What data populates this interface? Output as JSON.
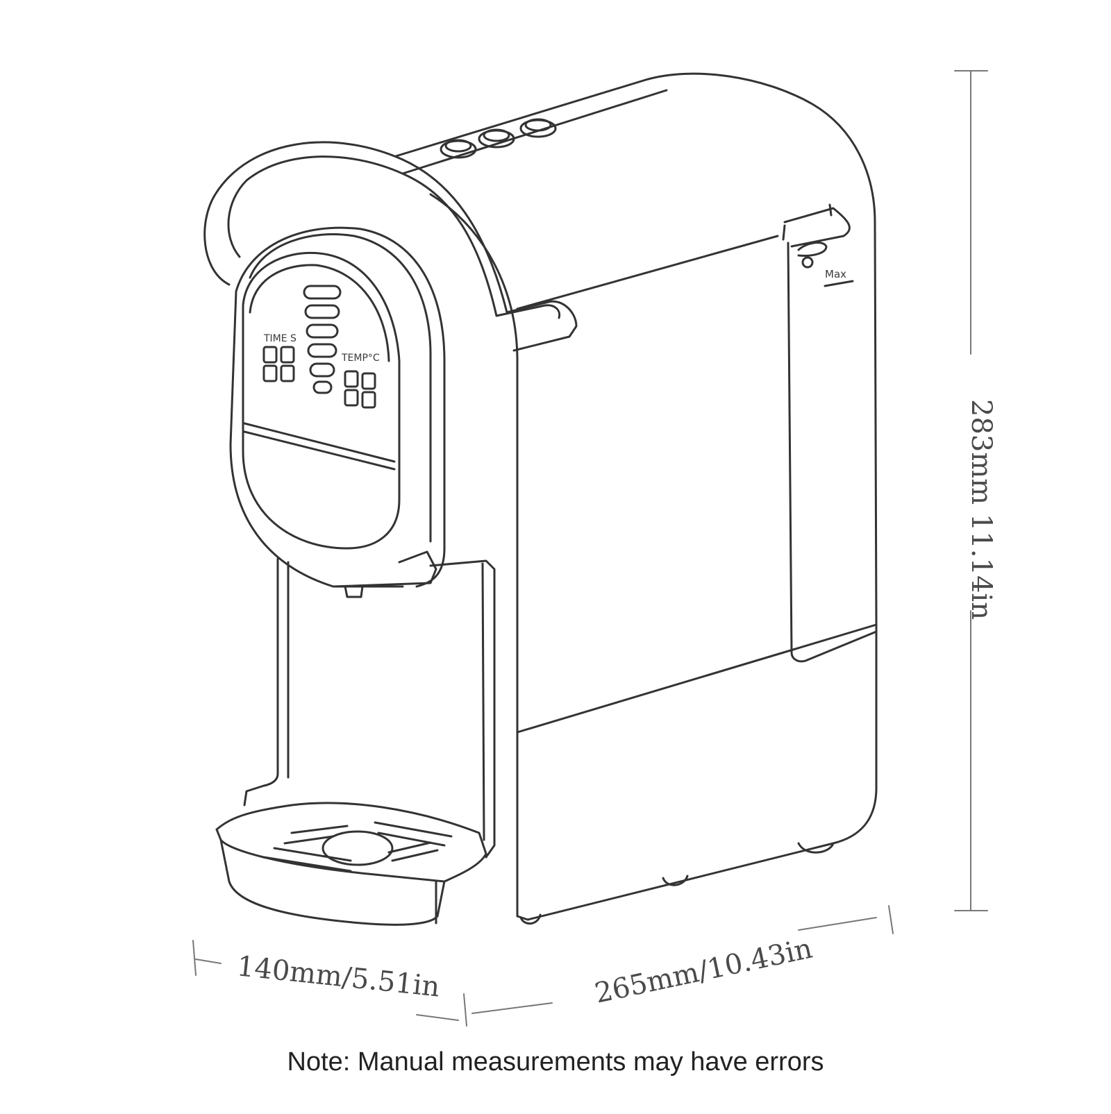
{
  "panel": {
    "time_label": "TIME S",
    "temp_label": "TEMP°C"
  },
  "tank": {
    "max_label": "Max"
  },
  "dimensions": {
    "height": "283mm 11.14in",
    "depth": "265mm/10.43in",
    "width": "140mm/5.51in"
  },
  "note": "Note: Manual measurements may have errors",
  "colors": {
    "line": "#333333",
    "dimension_line": "#777777",
    "background": "#ffffff"
  }
}
